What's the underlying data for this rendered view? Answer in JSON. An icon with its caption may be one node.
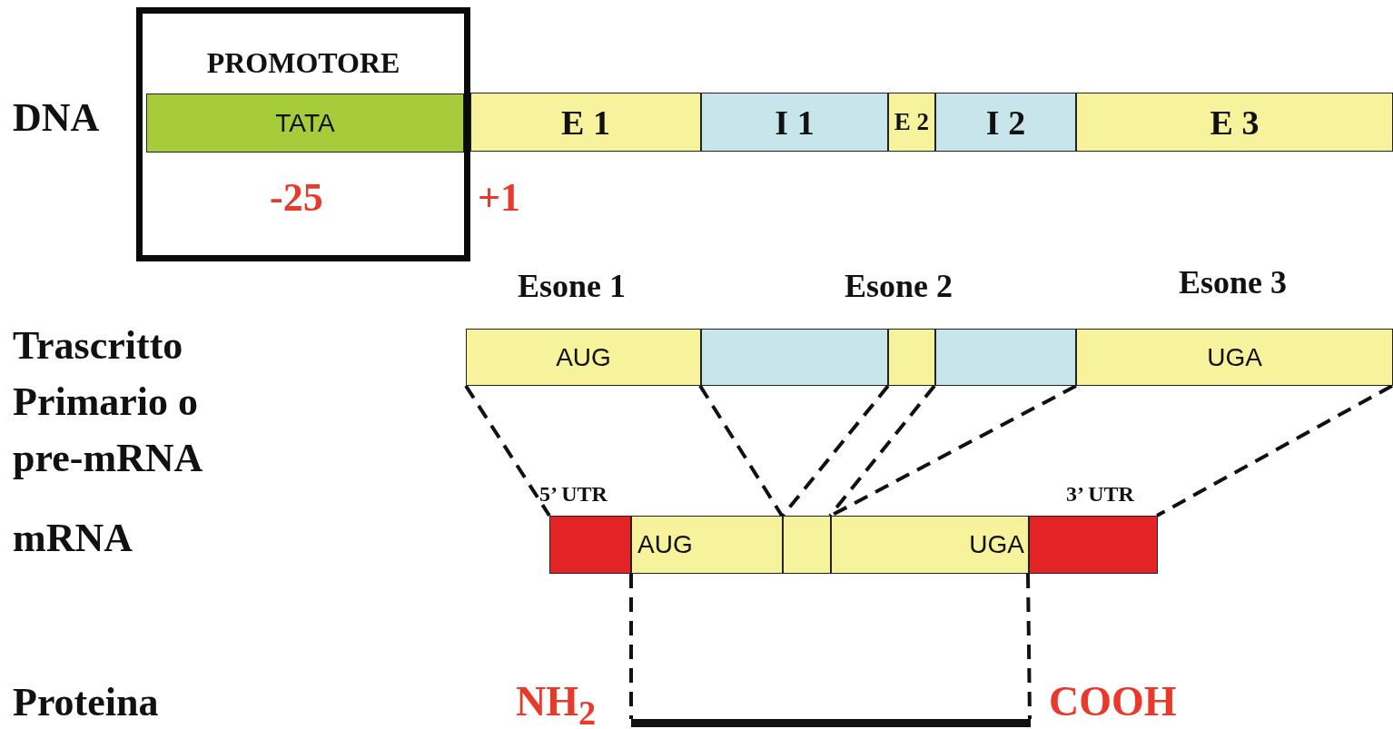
{
  "diagram": {
    "nodes": [
      {
        "text": [
          "PROMOTORE"
        ]
      },
      {
        "text": [
          "TATA"
        ],
        "in": 0
      },
      {
        "text": [
          "E 1"
        ]
      },
      {
        "text": [
          "I 1"
        ]
      },
      {
        "text": [
          "E 2"
        ]
      },
      {
        "text": [
          "I 2"
        ]
      },
      {
        "text": [
          "E 3"
        ]
      },
      {
        "text": [
          "AUG"
        ]
      },
      {
        "text": [],
        "shape": "box"
      },
      {
        "text": [],
        "shape": "box"
      },
      {
        "text": [],
        "shape": "box"
      },
      {
        "text": [
          "UGA"
        ]
      },
      {
        "text": [],
        "shape": "box",
        "beside": [
          "5’ UTR"
        ]
      },
      {
        "text": [
          "AUG"
        ]
      },
      {
        "text": [],
        "shape": "box"
      },
      {
        "text": [
          "UGA"
        ]
      },
      {
        "text": [],
        "shape": "box",
        "beside": [
          "3’ UTR"
        ]
      },
      {
        "text": [],
        "shape": "bar",
        "beside": [
          "NH$_{2}$",
          "COOH"
        ]
      }
    ],
    "edges": [
      {
        "from": 7,
        "to": 12,
        "arrow": "none",
        "style": "dashed"
      },
      {
        "from": 7,
        "to": 13,
        "arrow": "none",
        "style": "dashed"
      },
      {
        "from": 9,
        "to": 14,
        "arrow": "none",
        "style": "dashed"
      },
      {
        "from": 9,
        "to": 14,
        "arrow": "none",
        "style": "dashed"
      },
      {
        "from": 11,
        "to": 15,
        "arrow": "none",
        "style": "dashed"
      },
      {
        "from": 11,
        "to": 16,
        "arrow": "none",
        "style": "dashed"
      },
      {
        "from": 13,
        "to": 17,
        "arrow": "none",
        "style": "dashed"
      },
      {
        "from": 15,
        "to": 17,
        "arrow": "none",
        "style": "dashed"
      }
    ],
    "labels": [
      "DNA",
      "-25",
      "+1",
      "Esone 1",
      "Esone 2",
      "Esone 3",
      "Trascritto Primario o pre-mRNA",
      "mRNA",
      "Proteina"
    ]
  }
}
